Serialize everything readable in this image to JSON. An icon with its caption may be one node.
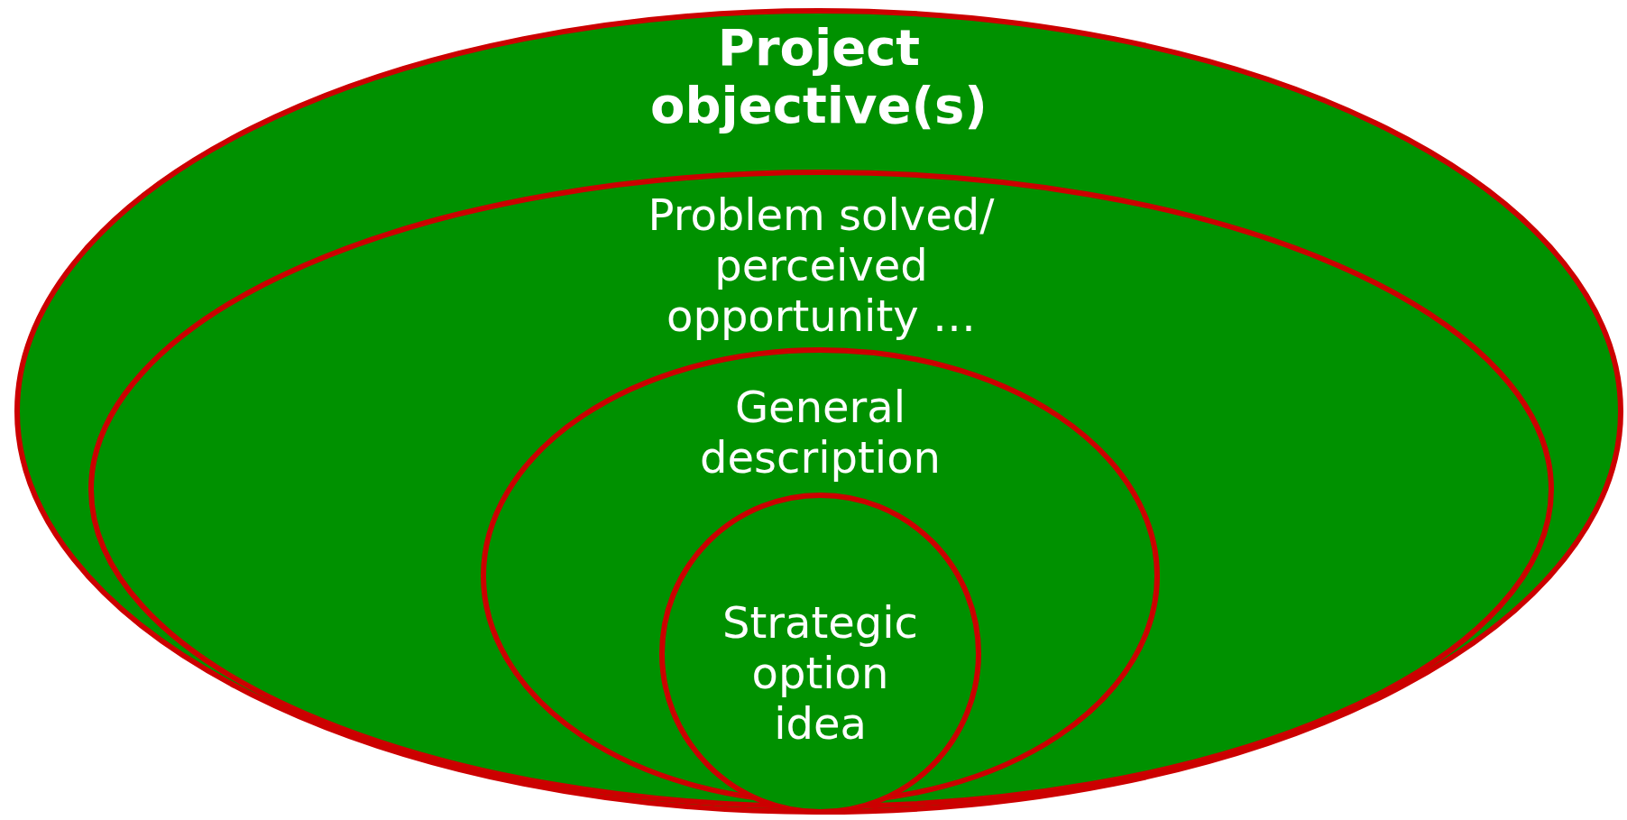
{
  "diagram": {
    "nodes": [
      {
        "text": [
          "Project objective(s)"
        ]
      },
      {
        "text": [
          "Problem solved/ perceived opportunity …"
        ],
        "in": 0
      },
      {
        "text": [
          "General description"
        ],
        "in": 1
      },
      {
        "text": [
          "Strategic option idea"
        ],
        "in": 2
      }
    ]
  }
}
